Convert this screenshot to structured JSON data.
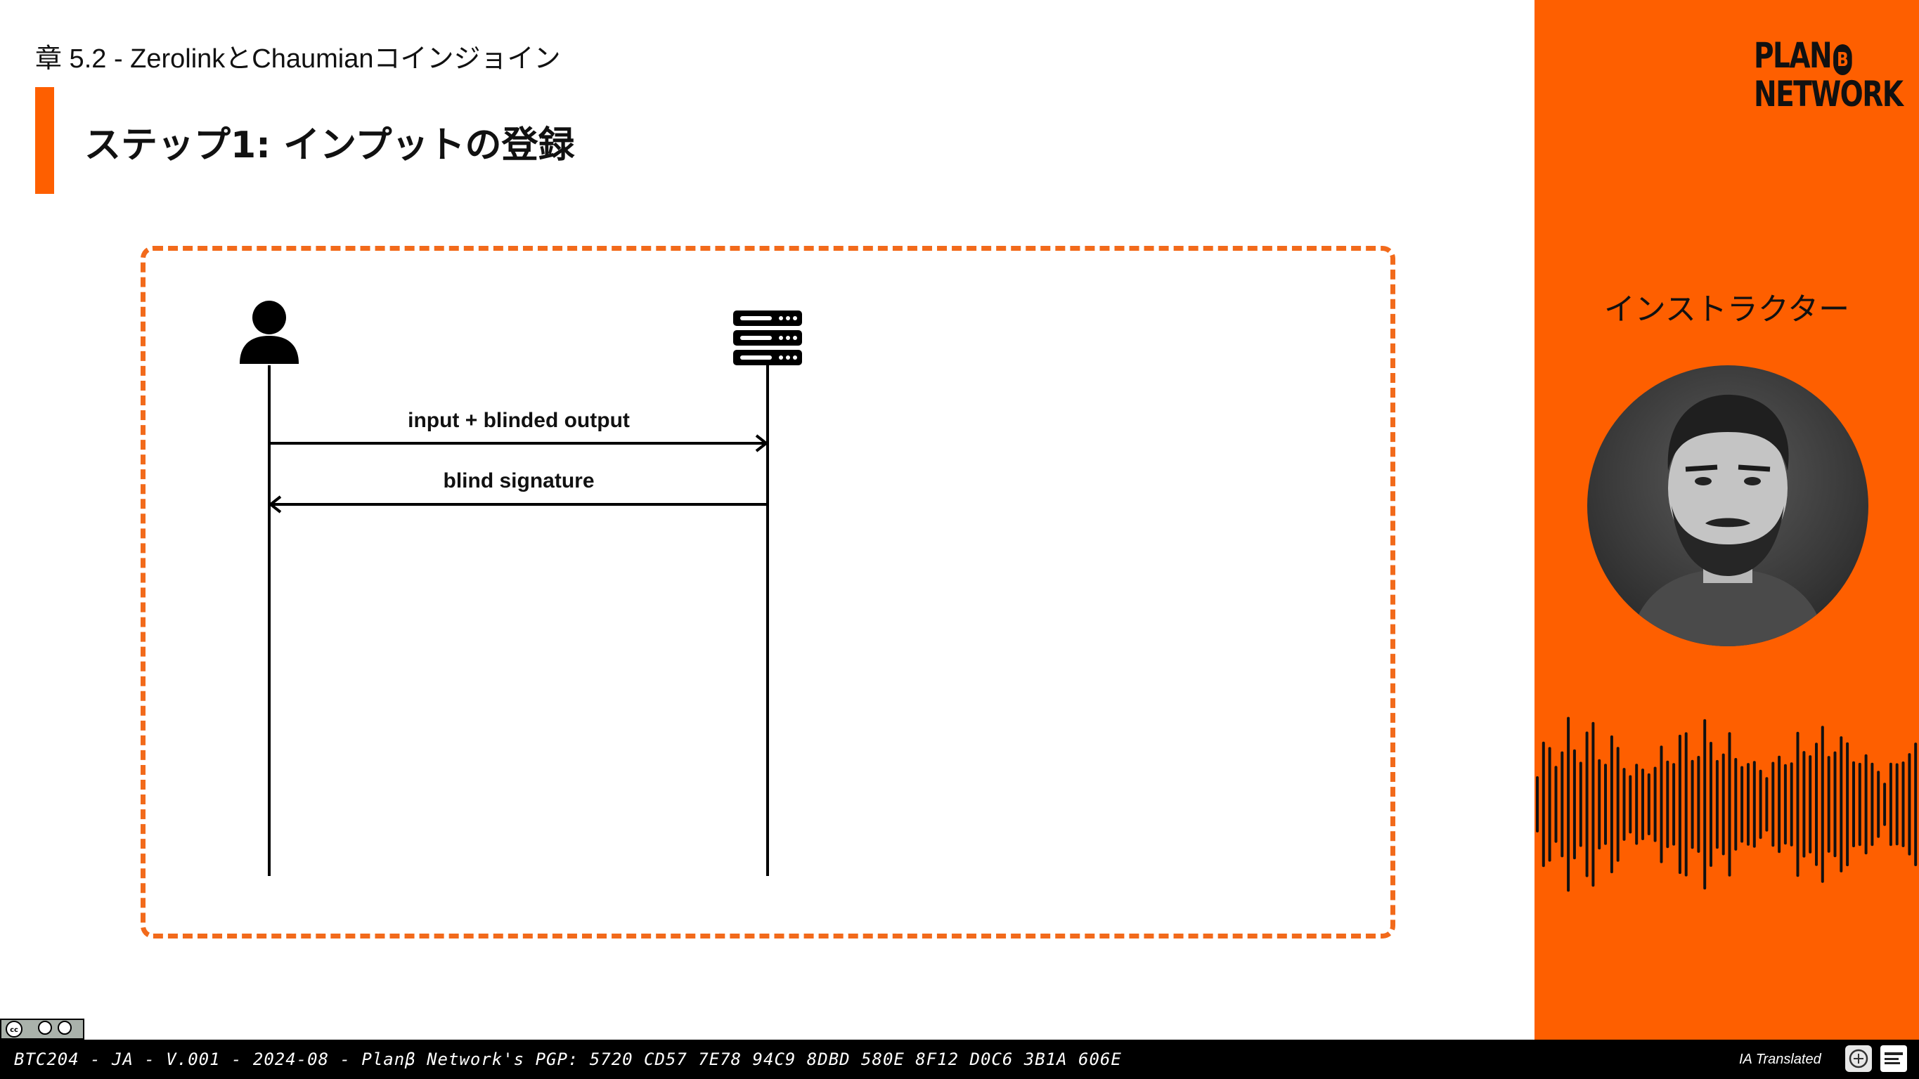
{
  "slide": {
    "chapter": "章 5.2 - ZerolinkとChaumianコインジョイン",
    "title": "ステップ1: インプットの登録"
  },
  "diagram": {
    "actors": [
      {
        "name": "user",
        "icon": "user-icon"
      },
      {
        "name": "server",
        "icon": "server-icon"
      }
    ],
    "messages": [
      {
        "label": "input + blinded output",
        "direction": "user-to-server"
      },
      {
        "label": "blind signature",
        "direction": "server-to-user"
      }
    ],
    "frame_color": "#f26a1b"
  },
  "sidebar": {
    "logo_line1": "PLAN",
    "logo_b": "B",
    "logo_line2": "NETWORK",
    "instructor_label": "インストラクター",
    "background": "#fe5f00"
  },
  "footer": {
    "text": "BTC204 - JA - V.001 - 2024-08 - Planβ Network's PGP: 5720 CD57 7E78 94C9 8DBD 580E 8F12 D0C6 3B1A 606E",
    "ia_label": "IA Translated",
    "license": "CC BY SA"
  }
}
